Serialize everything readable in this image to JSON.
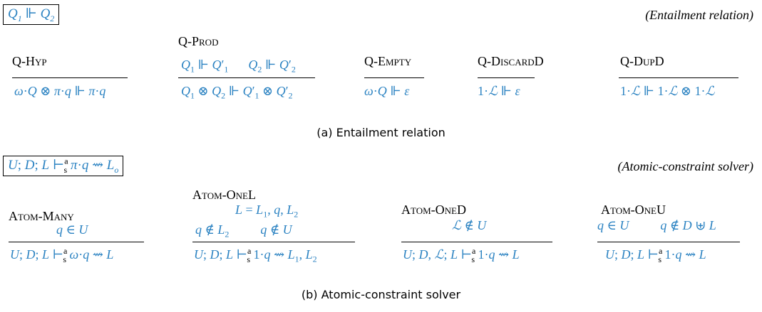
{
  "section_a": {
    "header_box": "Q1 ⊩ Q2",
    "header_note": "(Entailment relation)",
    "caption": "(a) Entailment relation",
    "rules": [
      {
        "name": "Q-Hyp",
        "premises": [],
        "conclusion": "ω·Q ⊗ π·q ⊩ π·q"
      },
      {
        "name": "Q-Prod",
        "premises": [
          "Q1 ⊩ Q1′",
          "Q2 ⊩ Q2′"
        ],
        "conclusion": "Q1 ⊗ Q2 ⊩ Q1′ ⊗ Q2′"
      },
      {
        "name": "Q-Empty",
        "premises": [],
        "conclusion": "ω·Q ⊩ ε"
      },
      {
        "name": "Q-DiscardD",
        "premises": [],
        "conclusion": "1·ℒ ⊩ ε"
      },
      {
        "name": "Q-DupD",
        "premises": [],
        "conclusion": "1·ℒ ⊩ 1·ℒ ⊗ 1·ℒ"
      }
    ]
  },
  "section_b": {
    "header_box": "U; D; L ⊢ₛᵃ π·q ⇝ Lo",
    "header_note": "(Atomic-constraint solver)",
    "caption": "(b) Atomic-constraint solver",
    "rules": [
      {
        "name": "Atom-Many",
        "premises": [
          "q ∈ U"
        ],
        "conclusion": "U; D; L ⊢ₛᵃ ω·q ⇝ L"
      },
      {
        "name": "Atom-OneL",
        "premises": [
          "L = L1, q, L2",
          "q ∉ L2",
          "q ∉ U"
        ],
        "conclusion": "U; D; L ⊢ₛᵃ 1·q ⇝ L1, L2"
      },
      {
        "name": "Atom-OneD",
        "premises": [
          "ℒ ∉ U"
        ],
        "conclusion": "U; D, ℒ; L ⊢ₛᵃ 1·q ⇝ L"
      },
      {
        "name": "Atom-OneU",
        "premises": [
          "q ∈ U",
          "q ∉ D ⊎ L"
        ],
        "conclusion": "U; D; L ⊢ₛᵃ 1·q ⇝ L"
      }
    ]
  }
}
